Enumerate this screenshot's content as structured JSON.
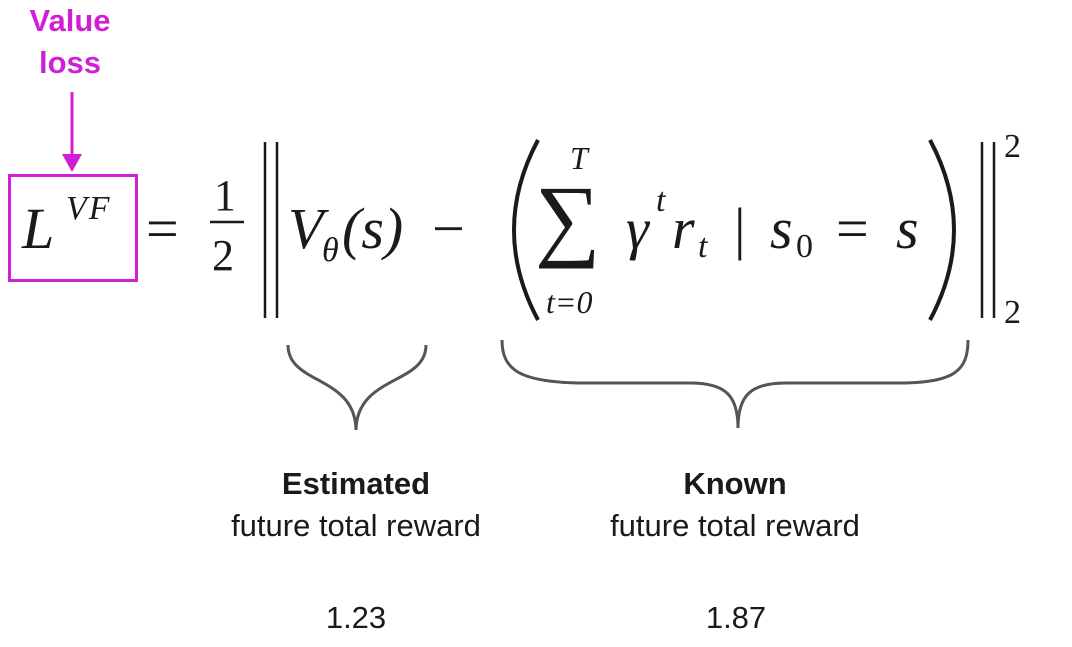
{
  "callout": {
    "label_line1": "Value",
    "label_line2": "loss",
    "color": "#d020d6"
  },
  "equation": {
    "lhs_base": "L",
    "lhs_superscript": "VF",
    "equals": "=",
    "half_numerator": "1",
    "half_denominator": "2",
    "v_base": "V",
    "v_subscript": "θ",
    "v_argument": "(s)",
    "minus": "−",
    "sum_symbol": "∑",
    "sum_upper": "T",
    "sum_lower": "t=0",
    "gamma": "γ",
    "gamma_superscript": "t",
    "r_base": "r",
    "r_subscript": "t",
    "condition_bar": "|",
    "s0_base": "s",
    "s0_subscript": "0",
    "equals2": "=",
    "s_final": "s",
    "norm_superscript": "2",
    "norm_subscript": "2"
  },
  "annotations": {
    "estimated": {
      "title": "Estimated",
      "subtitle": "future total reward",
      "value": "1.23"
    },
    "known": {
      "title": "Known",
      "subtitle": "future total reward",
      "value": "1.87"
    }
  }
}
